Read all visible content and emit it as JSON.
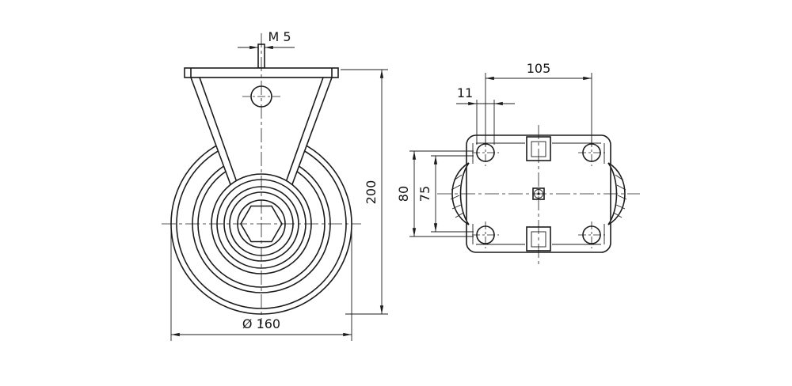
{
  "drawing": {
    "title": "fixed-caster-technical-drawing",
    "views": {
      "front": "front-view",
      "plate": "mounting-plate-top-view"
    },
    "dimensions": {
      "thread_size": "M 5",
      "overall_height": "200",
      "wheel_diameter": "Ø 160",
      "hole_spacing_width": "105",
      "hole_diameter": "11",
      "hole_spacing_depth_outer": "80",
      "hole_spacing_depth_inner": "75"
    },
    "colors": {
      "line": "#1c1c1c",
      "background": "#ffffff"
    }
  }
}
